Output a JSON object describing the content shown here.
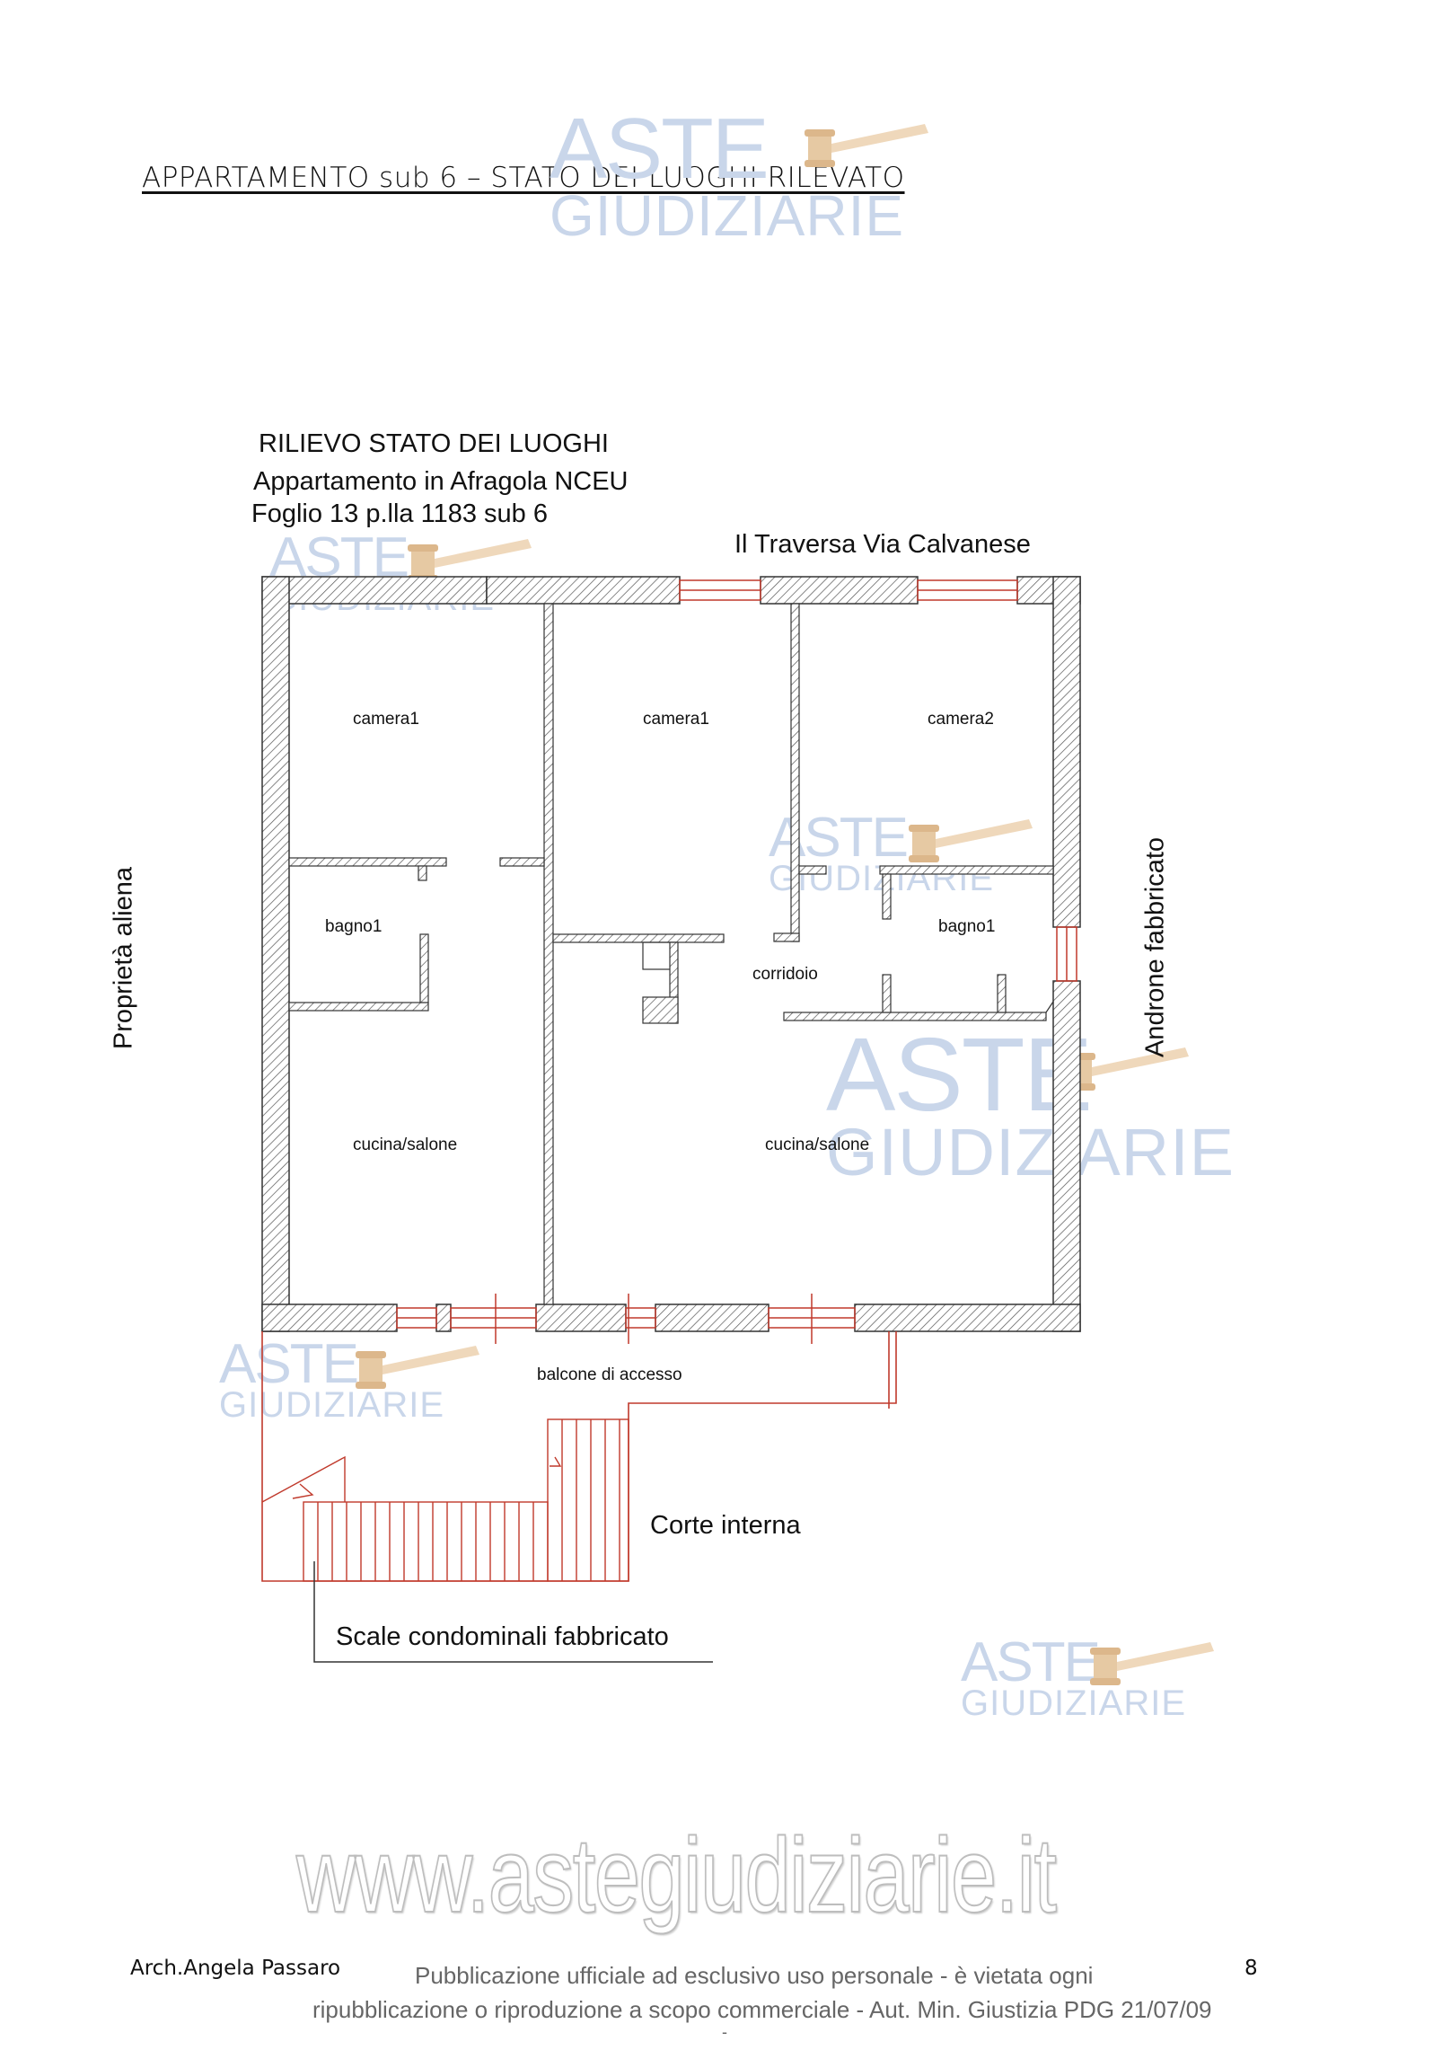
{
  "document": {
    "title": "APPARTAMENTO sub 6 – STATO DEI LUOGHI RILEVATO",
    "page_number": "8",
    "author": "Arch.Angela Passaro",
    "notice_line1": "Pubblicazione ufficiale ad esclusivo uso personale - è vietata ogni",
    "notice_line2": "ripubblicazione o riproduzione a scopo commerciale - Aut. Min. Giustizia PDG 21/07/09",
    "notice_line3": "-",
    "website": "www.astegiudiziarie.it"
  },
  "watermark": {
    "line1": "ASTE",
    "line2": "GIUDIZIARIE"
  },
  "plan": {
    "title_line1": "RILIEVO STATO DEI LUOGHI",
    "title_line2": "Appartamento in Afragola NCEU",
    "title_line3": "Foglio 13 p.lla 1183 sub 6",
    "street_label": "Il Traversa Via Calvanese",
    "left_label": "Proprietà aliena",
    "right_label": "Androne fabbricato",
    "rooms": {
      "camera1_left": "camera1",
      "camera1_center": "camera1",
      "camera2": "camera2",
      "bagno1_left": "bagno1",
      "bagno1_right": "bagno1",
      "corridoio": "corridoio",
      "cucina_left": "cucina/salone",
      "cucina_right": "cucina/salone"
    },
    "balcony_label": "balcone di accesso",
    "court_label": "Corte interna",
    "stairs_label": "Scale condominali fabbricato"
  },
  "colors": {
    "wall_hatch": "#444444",
    "stair_red": "#c0392b",
    "watermark_blue": "#c9d6ea",
    "watermark_gavel": "#e6c9a3"
  }
}
